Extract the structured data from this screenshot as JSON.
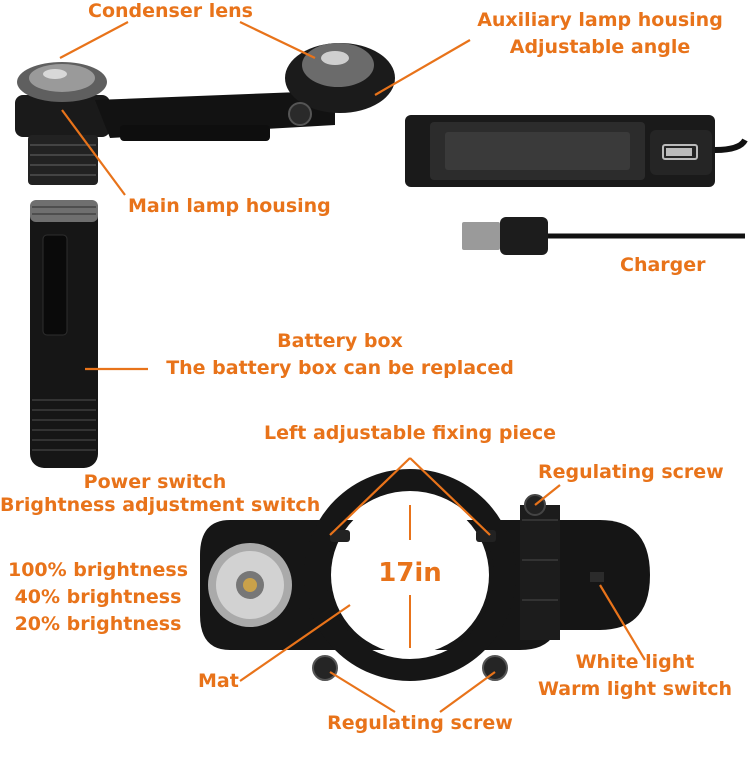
{
  "labels": {
    "condenser_lens": "Condenser lens",
    "auxiliary_lamp_housing": "Auxiliary lamp housing",
    "adjustable_angle": "Adjustable angle",
    "main_lamp_housing": "Main lamp housing",
    "charger": "Charger",
    "battery_box": "Battery box",
    "battery_box_replaceable": "The battery box can be replaced",
    "left_adjustable_fixing_piece": "Left adjustable fixing piece",
    "regulating_screw_top": "Regulating screw",
    "power_switch": "Power switch",
    "brightness_adjustment_switch": "Brightness adjustment switch",
    "brightness_100": "100% brightness",
    "brightness_40": "40% brightness",
    "brightness_20": "20% brightness",
    "diameter": "17in",
    "mat": "Mat",
    "white_light": "White light",
    "warm_light_switch": "Warm light switch",
    "regulating_screw_bottom": "Regulating screw"
  },
  "colors": {
    "label": "#e8731a",
    "product": "#151515",
    "metal": "#7a7a7a"
  }
}
